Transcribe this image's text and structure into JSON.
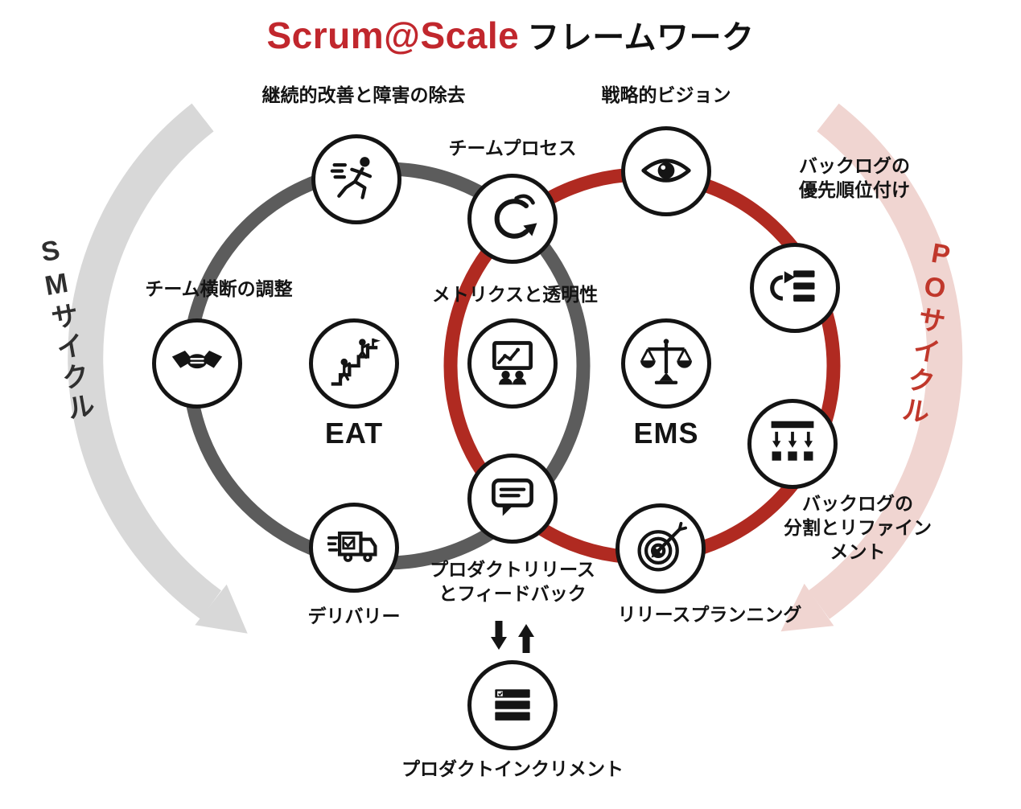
{
  "title": {
    "brand": "Scrum@Scale",
    "rest": "フレームワーク"
  },
  "colors": {
    "brand-red": "#c1272d",
    "ring-gray": "#5c5c5c",
    "ring-red": "#b02a21",
    "arc-gray": "#d8d8d8",
    "arc-pink": "#f0d5d1",
    "ink": "#141414",
    "sm-text": "#2f2f2f",
    "po-text": "#c0372b"
  },
  "cycles": {
    "sm": {
      "label": "SMサイクル"
    },
    "po": {
      "label": "POサイクル"
    }
  },
  "nodes": {
    "continuous_improvement": {
      "label": "継続的改善と障害の除去",
      "icon": "runner-icon"
    },
    "team_process": {
      "label": "チームプロセス",
      "icon": "sprint-loop-icon"
    },
    "strategic_vision": {
      "label": "戦略的ビジョン",
      "icon": "eye-icon"
    },
    "backlog_prioritization": {
      "label": "バックログの\n優先順位付け",
      "icon": "refresh-list-icon"
    },
    "cross_team_coordination": {
      "label": "チーム横断の調整",
      "icon": "handshake-icon"
    },
    "metrics_transparency": {
      "label": "メトリクスと透明性",
      "icon": "presentation-chart-icon"
    },
    "eat": {
      "label": "EAT",
      "icon": "stairs-climb-icon"
    },
    "ems": {
      "label": "EMS",
      "icon": "balance-scale-icon"
    },
    "backlog_refinement": {
      "label": "バックログの\n分割とリファインメント",
      "icon": "split-arrows-icon"
    },
    "release_planning": {
      "label": "リリースプランニング",
      "icon": "target-icon"
    },
    "product_release_feedback": {
      "label": "プロダクトリリース\nとフィードバック",
      "icon": "speech-bubble-icon"
    },
    "delivery": {
      "label": "デリバリー",
      "icon": "delivery-truck-icon"
    },
    "product_increment": {
      "label": "プロダクトインクリメント",
      "icon": "checklist-stack-icon"
    }
  }
}
